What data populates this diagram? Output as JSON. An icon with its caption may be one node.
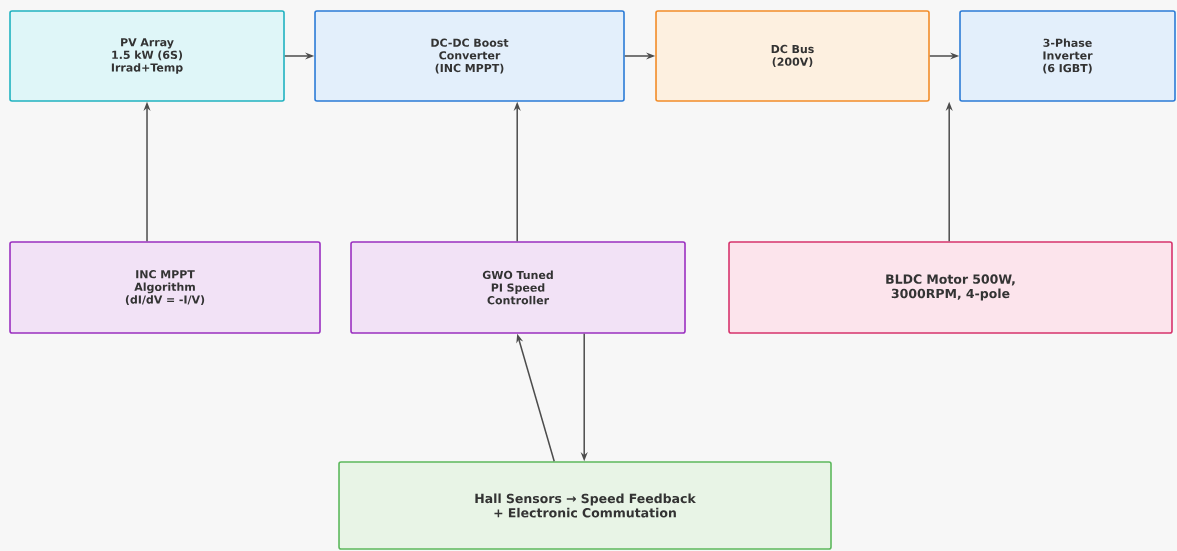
{
  "diagram": {
    "nodes": [
      {
        "text": [
          "PV Array 1.5 kW (6S) Irrad+Temp"
        ]
      },
      {
        "text": [
          "DC-DC Boost Converter (INC MPPT)"
        ]
      },
      {
        "text": [
          "DC Bus (200V)"
        ]
      },
      {
        "text": [
          "3-Phase Inverter (6 IGBT)"
        ]
      },
      {
        "text": [
          "INC MPPT Algorithm (dI/dV = -I/V)"
        ]
      },
      {
        "text": [
          "GWO Tuned PI Speed Controller"
        ]
      },
      {
        "text": [
          "BLDC Motor 500W, 3000RPM, 4-pole"
        ]
      },
      {
        "text": [
          "Hall Sensors → Speed Feedback + Electronic Commutation"
        ]
      }
    ],
    "edges": [
      {
        "from": 0,
        "to": 1,
        "arrow": "to"
      },
      {
        "from": 1,
        "to": 2,
        "arrow": "to"
      },
      {
        "from": 2,
        "to": 3,
        "arrow": "to"
      },
      {
        "from": 4,
        "to": 0,
        "arrow": "to"
      },
      {
        "from": 5,
        "to": 1,
        "arrow": "to"
      },
      {
        "from": 6,
        "to": 3,
        "arrow": "to"
      },
      {
        "from": 5,
        "to": 7,
        "arrow": "to"
      },
      {
        "from": 7,
        "to": 5,
        "arrow": "to"
      }
    ]
  }
}
